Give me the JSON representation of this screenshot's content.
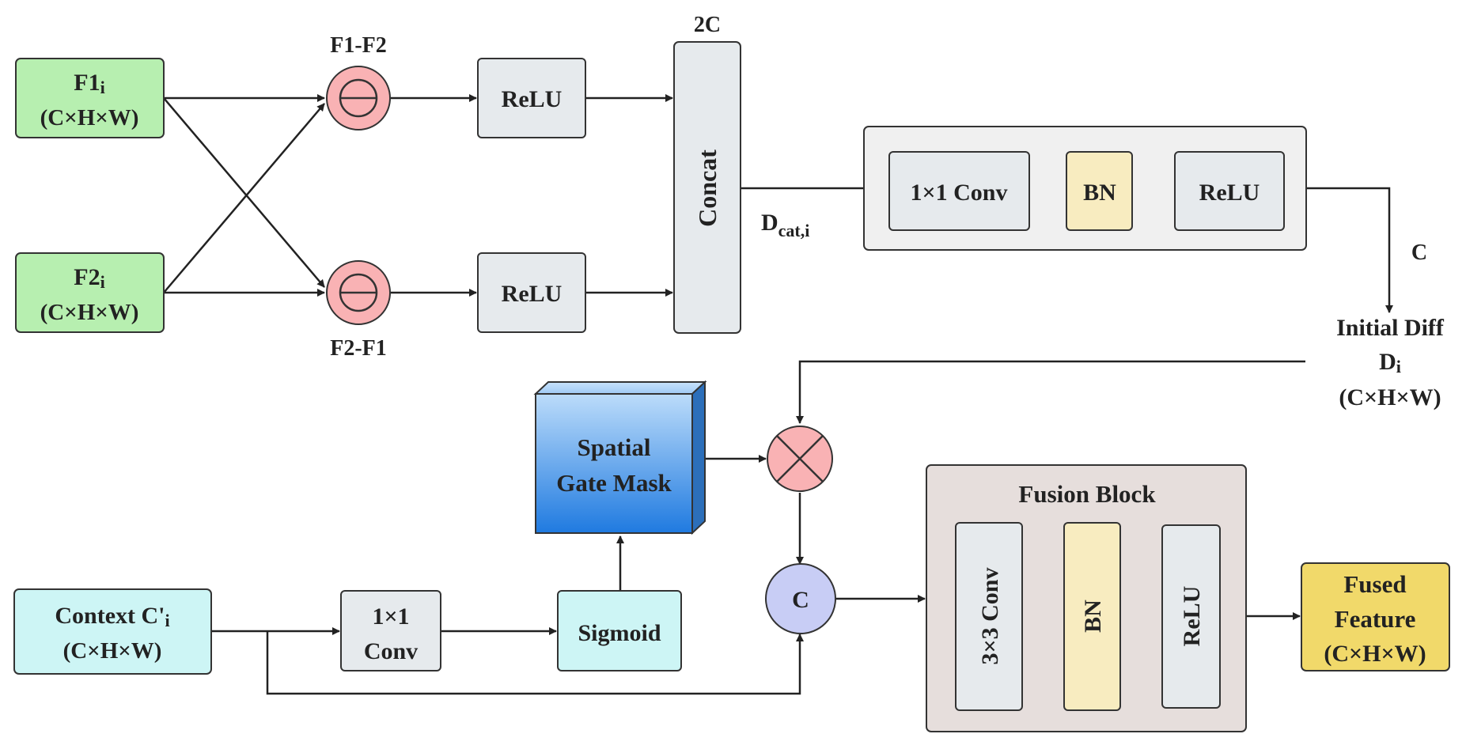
{
  "inputs": {
    "f1": {
      "name": "F1",
      "sub": "i",
      "shape": "(C×H×W)"
    },
    "f2": {
      "name": "F2",
      "sub": "i",
      "shape": "(C×H×W)"
    },
    "context": {
      "name": "Context C'",
      "sub": "i",
      "shape": "(C×H×W)"
    }
  },
  "ops": {
    "f1_minus_f2": "F1-F2",
    "f2_minus_f1": "F2-F1",
    "relu_top": "ReLU",
    "relu_bottom": "ReLU",
    "concat": "Concat",
    "concat_channels": "2C",
    "dcat": {
      "base": "D",
      "sub": "cat,i"
    }
  },
  "conv_block": {
    "conv": "1×1 Conv",
    "bn": "BN",
    "relu": "ReLU",
    "out_channels": "C"
  },
  "initial_diff": {
    "line1": "Initial Diff",
    "name": "D",
    "sub": "i",
    "shape": "(C×H×W)"
  },
  "gate": {
    "mask_line1": "Spatial",
    "mask_line2": "Gate Mask",
    "conv_line1": "1×1",
    "conv_line2": "Conv",
    "sigmoid": "Sigmoid",
    "concat_symbol": "C"
  },
  "fusion_block": {
    "title": "Fusion Block",
    "conv": "3×3 Conv",
    "bn": "BN",
    "relu": "ReLU"
  },
  "output": {
    "line1": "Fused",
    "line2": "Feature",
    "shape": "(C×H×W)"
  },
  "colors": {
    "green": "#b7efb0",
    "pink": "#f9b2b4",
    "gray": "#e6eaed",
    "yellow": "#f8ecc0",
    "cyan": "#cdf5f5",
    "lavender": "#c8cdf5",
    "gold": "#f1d96a",
    "blue": "#3d90e4",
    "fusion_bg": "#e6dedc",
    "panel_bg": "#f0f0f0"
  }
}
